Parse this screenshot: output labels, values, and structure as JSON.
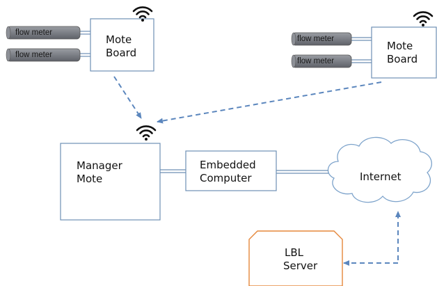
{
  "colors": {
    "box_border": "#6d8fb5",
    "arrow": "#5b86bd",
    "link": "#6d8fb5",
    "meter_fill": "#7c7f86",
    "server_border": "#e5873a",
    "cloud_border": "#7da3cb",
    "wifi": "#111111"
  },
  "icons": {
    "wifi": "wifi-icon"
  },
  "nodes": {
    "mote_board_left": {
      "line1": "Mote",
      "line2": "Board"
    },
    "mote_board_right": {
      "line1": "Mote",
      "line2": "Board"
    },
    "manager_mote": {
      "line1": "Manager",
      "line2": "Mote"
    },
    "embedded_computer": {
      "line1": "Embedded",
      "line2": "Computer"
    },
    "internet": {
      "label": "Internet"
    },
    "lbl_server": {
      "line1": "LBL",
      "line2": "Server"
    }
  },
  "flow_meters": [
    {
      "label": "flow meter"
    },
    {
      "label": "flow meter"
    },
    {
      "label": "flow meter"
    },
    {
      "label": "flow meter"
    }
  ]
}
